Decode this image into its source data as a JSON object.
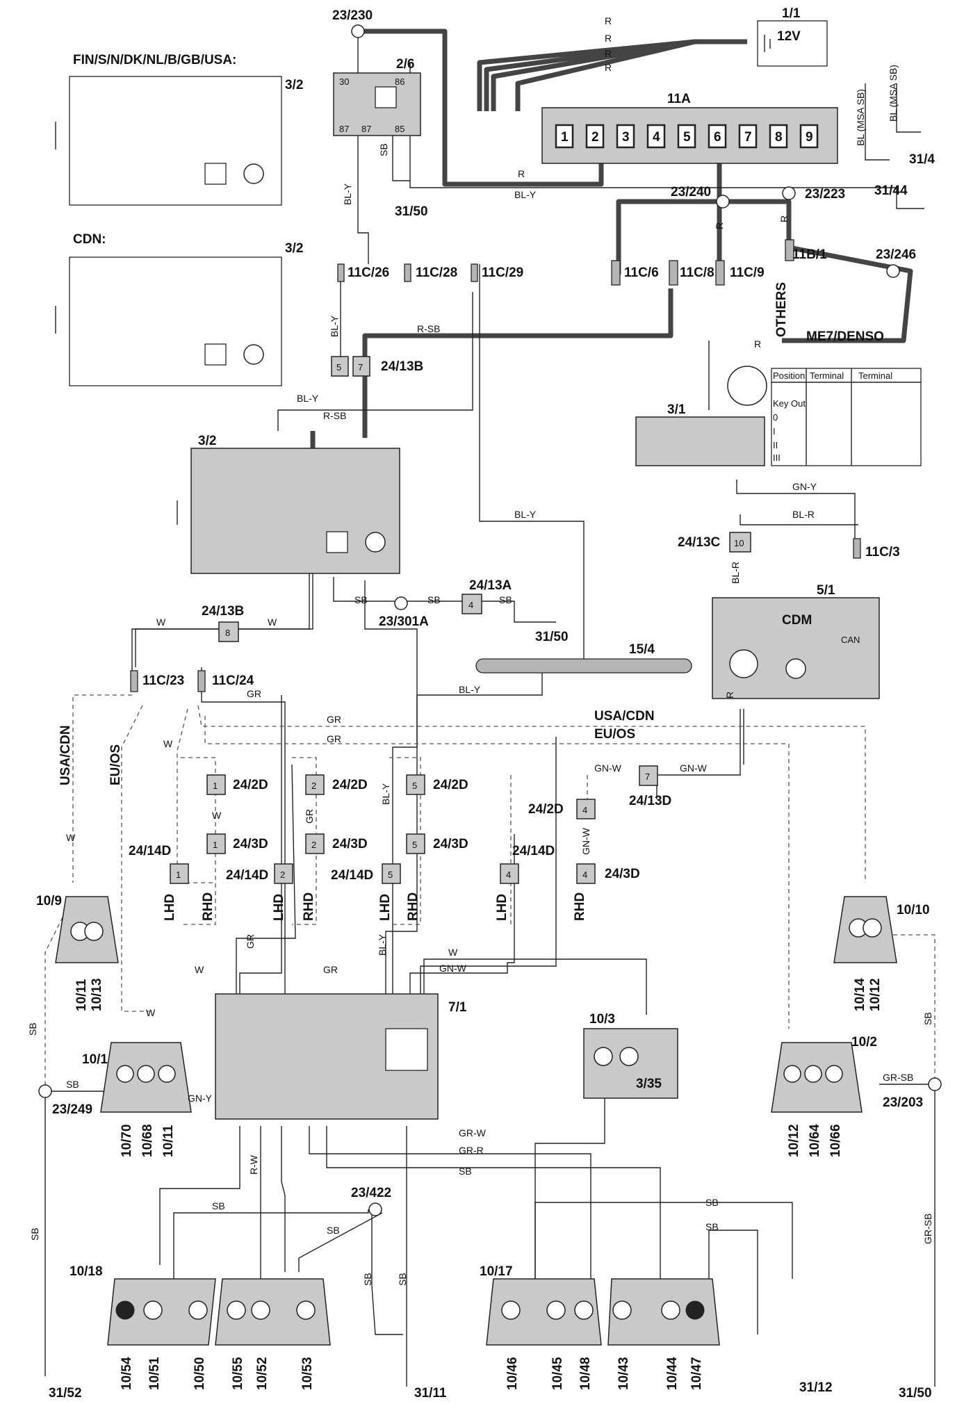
{
  "components": {
    "battery": {
      "id": "1/1",
      "label": "12V"
    },
    "fusebox": {
      "id": "11A",
      "fuses": [
        "1",
        "2",
        "3",
        "4",
        "5",
        "6",
        "7",
        "8",
        "9"
      ]
    },
    "relay": {
      "id": "2/6",
      "pins": [
        "30",
        "86",
        "87",
        "87",
        "85"
      ]
    },
    "switch_top": {
      "id": "3/2",
      "markets": "FIN/S/N/DK/NL/B/GB/USA:"
    },
    "switch_cdn": {
      "id": "3/2",
      "markets": "CDN:"
    },
    "switch_main": {
      "id": "3/2"
    },
    "ignition": {
      "id": "3/1"
    },
    "cdm": {
      "id": "5/1",
      "label": "CDM",
      "can": "CAN"
    },
    "bulb_ctrl": {
      "id": "7/1"
    },
    "relay_310": {
      "id": "10/3",
      "sub": "3/35"
    },
    "bus": {
      "id": "15/4"
    },
    "fog_l": {
      "id": "10/9",
      "labels": [
        "10/11",
        "10/13"
      ]
    },
    "fog_r": {
      "id": "10/10",
      "labels": [
        "10/14",
        "10/12"
      ]
    },
    "front_l": {
      "id": "10/1",
      "labels": [
        "10/70",
        "10/68",
        "10/11"
      ]
    },
    "front_r": {
      "id": "10/2",
      "labels": [
        "10/12",
        "10/64",
        "10/66"
      ]
    },
    "rear_l": {
      "id": "10/18",
      "labels": [
        "10/54",
        "10/51",
        "10/50",
        "10/55",
        "10/52",
        "10/53"
      ]
    },
    "rear_r": {
      "id": "10/17",
      "labels": [
        "10/46",
        "10/45",
        "10/48",
        "10/43",
        "10/44",
        "10/47"
      ]
    }
  },
  "connectors": {
    "c11c26": "11C/26",
    "c11c28": "11C/28",
    "c11c29": "11C/29",
    "c11c6": "11C/6",
    "c11c8": "11C/8",
    "c11c9": "11C/9",
    "c11b1": "11B/1",
    "c11c3": "11C/3",
    "c11c23": "11C/23",
    "c11c24": "11C/24",
    "c24_13b_top": "24/13B",
    "c24_13b": "24/13B",
    "c24_13a": "24/13A",
    "c24_13c": "24/13C",
    "c24_13d": "24/13D",
    "c24_2d": "24/2D",
    "c24_3d": "24/3D",
    "c24_14d": "24/14D"
  },
  "grounds": {
    "g3150a": "31/50",
    "g3150b": "31/50",
    "g3150c": "31/50",
    "g314": "31/4",
    "g3144": "31/44",
    "g3152": "31/52",
    "g3111": "31/11",
    "g3112": "31/12"
  },
  "splices": {
    "s23230": "23/230",
    "s23240": "23/240",
    "s23223": "23/223",
    "s23246": "23/246",
    "s23301a": "23/301A",
    "s23249": "23/249",
    "s23203": "23/203",
    "s23422": "23/422"
  },
  "variants": {
    "others": "OTHERS",
    "me7": "ME7/DENSO",
    "usacdn": "USA/CDN",
    "euos": "EU/OS",
    "lhd": "LHD",
    "rhd": "RHD"
  },
  "ignition_table": {
    "header": [
      "Position",
      "Terminal",
      "Terminal"
    ],
    "positions": [
      "Key Out",
      "0",
      "I",
      "II",
      "III"
    ]
  },
  "wire_colors": {
    "red": "R",
    "blue_msa": "BL (MSA SB)",
    "bl_y": "BL-Y",
    "sb": "SB",
    "r_sb": "R-SB",
    "w": "W",
    "gr": "GR",
    "gn_y": "GN-Y",
    "bl_r": "BL-R",
    "gn_w": "GN-W",
    "gr_w": "GR-W",
    "gr_r": "GR-R",
    "r_w": "R-W",
    "gr_sb": "GR-SB"
  },
  "colors": {
    "wire_dark": "#444444",
    "body_fill": "#c9c9c9"
  }
}
